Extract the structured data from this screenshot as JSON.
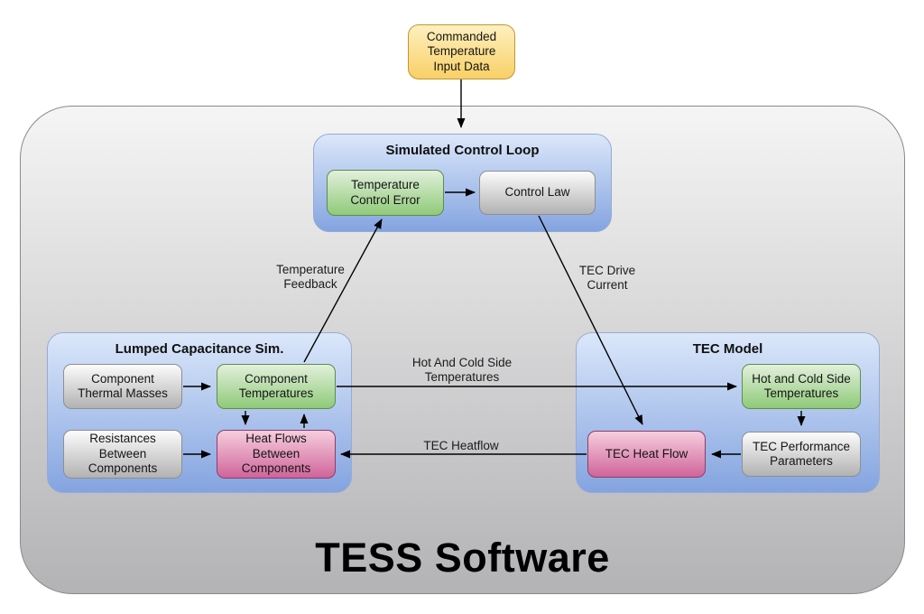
{
  "app": {
    "title": "TESS Software"
  },
  "input_node": {
    "label": "Commanded\nTemperature\nInput Data"
  },
  "containers": {
    "control_loop": {
      "title": "Simulated Control Loop",
      "nodes": {
        "temp_control_error": {
          "label": "Temperature\nControl Error"
        },
        "control_law": {
          "label": "Control Law"
        }
      }
    },
    "lumped_capacitance": {
      "title": "Lumped Capacitance Sim.",
      "nodes": {
        "component_thermal_masses": {
          "label": "Component\nThermal Masses"
        },
        "component_temperatures": {
          "label": "Component\nTemperatures"
        },
        "resistances_between_components": {
          "label": "Resistances\nBetween\nComponents"
        },
        "heat_flows_between_components": {
          "label": "Heat Flows\nBetween\nComponents"
        }
      }
    },
    "tec_model": {
      "title": "TEC Model",
      "nodes": {
        "hot_cold_side_temperatures": {
          "label": "Hot and Cold Side\nTemperatures"
        },
        "tec_performance_parameters": {
          "label": "TEC Performance\nParameters"
        },
        "tec_heat_flow": {
          "label": "TEC Heat Flow"
        }
      }
    }
  },
  "arrow_labels": {
    "temperature_feedback": "Temperature\nFeedback",
    "tec_drive_current": "TEC Drive\nCurrent",
    "hot_and_cold_side_temperatures": "Hot And Cold Side\nTemperatures",
    "tec_heatflow": "TEC Heatflow"
  },
  "colors": {
    "yellow_fill_top": "#fff0bf",
    "yellow_fill_bottom": "#f8d066",
    "yellow_border": "#bf9733",
    "blue_fill_top": "#dbe7fa",
    "blue_fill_bottom": "#84a4e0",
    "blue_border": "#96abd3",
    "green_fill_top": "#e2f0dc",
    "green_fill_bottom": "#8fca78",
    "green_border": "#5f8d4a",
    "gray_fill_top": "#fcfcfc",
    "gray_fill_bottom": "#b2b2b2",
    "gray_border": "#8f8f8f",
    "pink_fill_top": "#f6cede",
    "pink_fill_bottom": "#cf649a",
    "pink_border": "#8e3e67",
    "outer_fill_top": "#f5f5f5",
    "outer_fill_bottom": "#b3b3b6",
    "outer_border": "#8a8a8a",
    "arrow_color": "#000000"
  }
}
